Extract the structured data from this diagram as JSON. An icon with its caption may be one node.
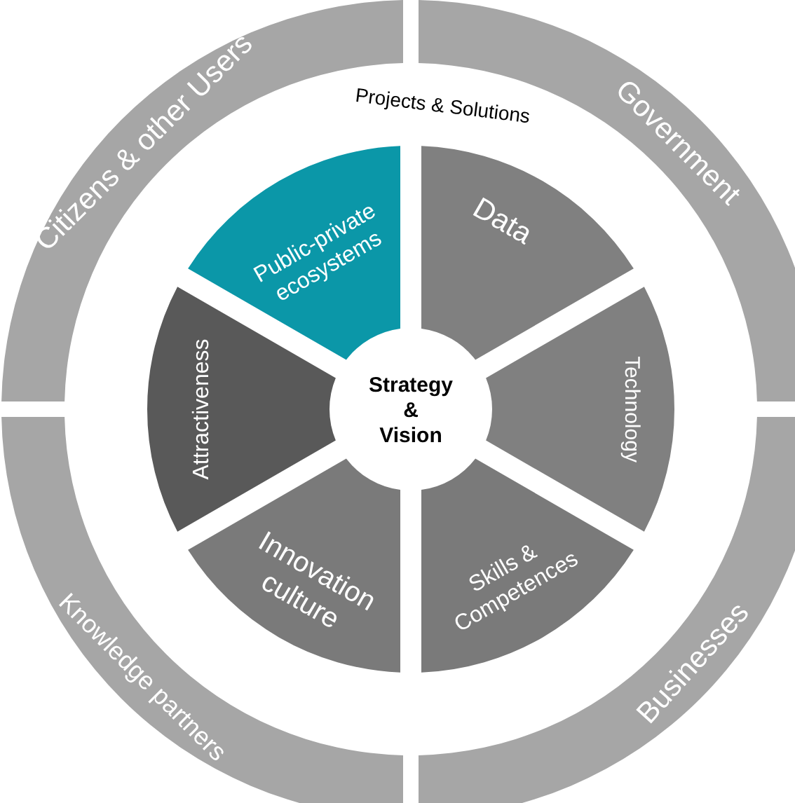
{
  "diagram": {
    "nodes": [
      {
        "text": [
          "Citizens & other Users"
        ]
      },
      {
        "text": [
          "Government"
        ]
      },
      {
        "text": [
          "Businesses"
        ]
      },
      {
        "text": [
          "Knowledge partners"
        ]
      },
      {
        "text": [
          "Public-private ecosystems"
        ]
      },
      {
        "text": [
          "Data"
        ]
      },
      {
        "text": [
          "Technology"
        ]
      },
      {
        "text": [
          "Skills & Competences"
        ]
      },
      {
        "text": [
          "Innovation culture"
        ]
      },
      {
        "text": [
          "Attractiveness"
        ]
      },
      {
        "text": [
          "Strategy & Vision"
        ]
      }
    ],
    "labels": [
      "Projects & Solutions"
    ]
  }
}
